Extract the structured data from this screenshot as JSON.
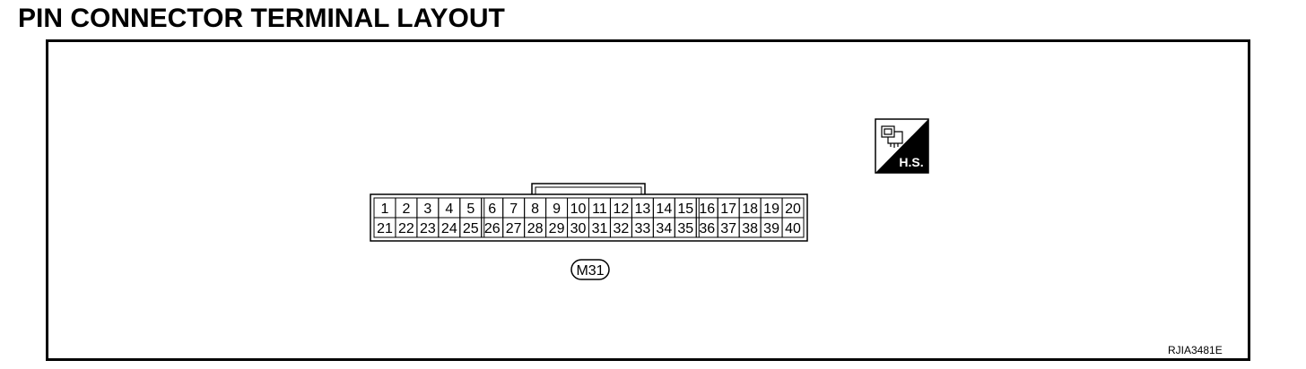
{
  "title": "PIN CONNECTOR TERMINAL LAYOUT",
  "connector": {
    "id": "M31",
    "top_row": [
      "1",
      "2",
      "3",
      "4",
      "5",
      "6",
      "7",
      "8",
      "9",
      "10",
      "11",
      "12",
      "13",
      "14",
      "15",
      "16",
      "17",
      "18",
      "19",
      "20"
    ],
    "bottom_row": [
      "21",
      "22",
      "23",
      "24",
      "25",
      "26",
      "27",
      "28",
      "29",
      "30",
      "31",
      "32",
      "33",
      "34",
      "35",
      "36",
      "37",
      "38",
      "39",
      "40"
    ]
  },
  "hs_badge": {
    "label": "H.S.",
    "icon": "connector-harness-side-icon"
  },
  "reference_code": "RJIA3481E"
}
